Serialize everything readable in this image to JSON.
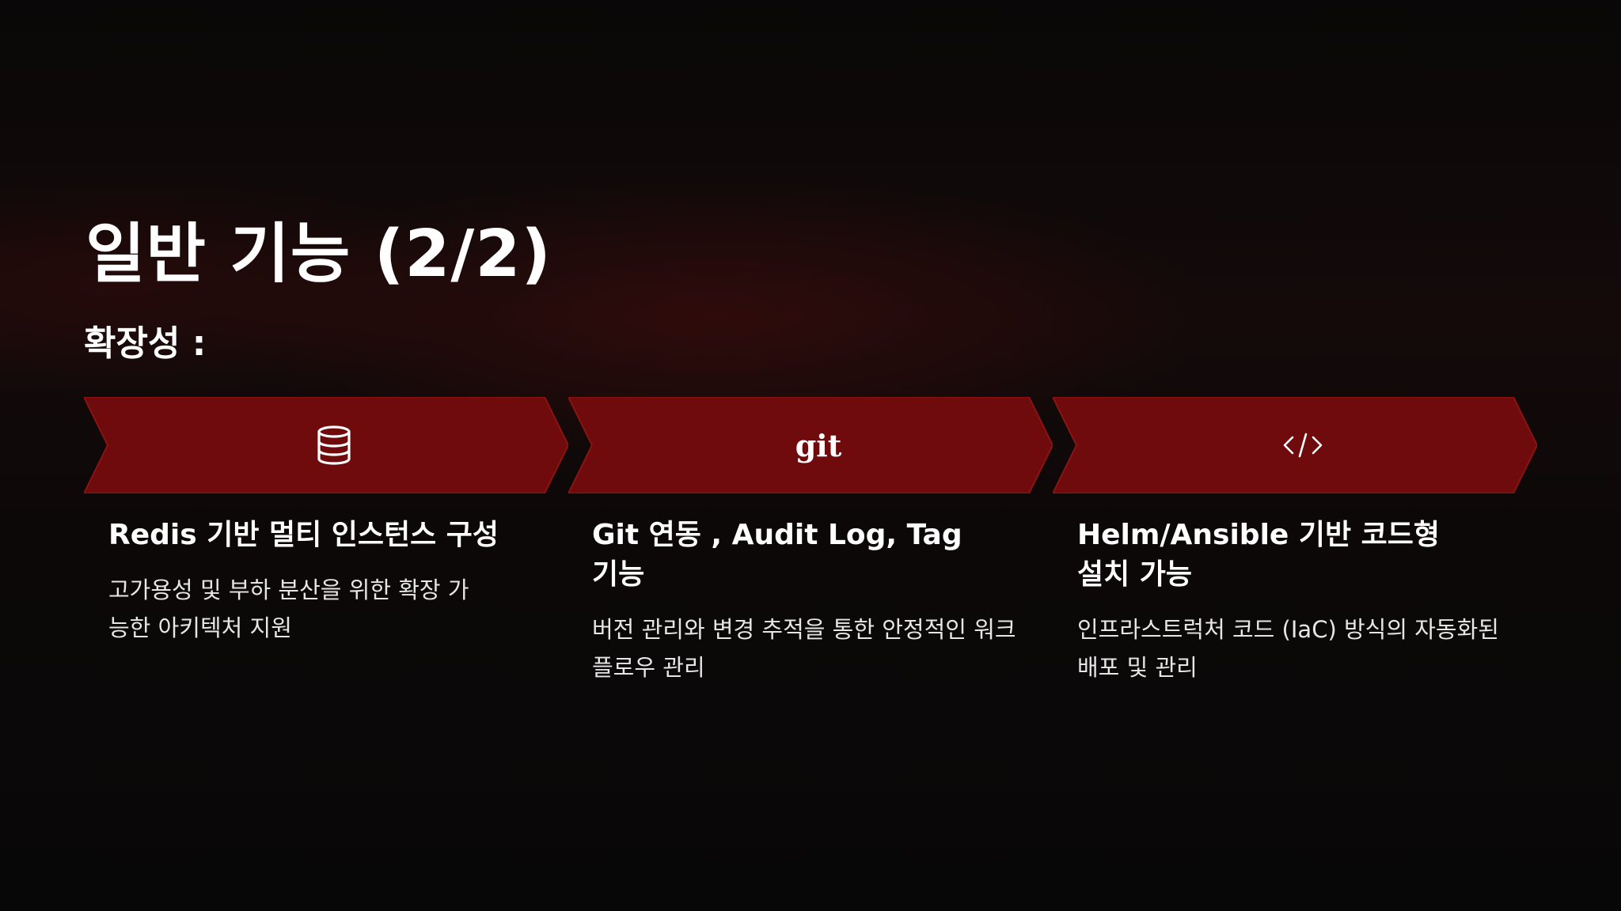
{
  "slide": {
    "title": "일반 기능 (2/2)",
    "subtitle": "확장성 :",
    "colors": {
      "chevron_fill": "#6f0b0c",
      "chevron_stroke": "#8a1414",
      "background": "#0a0808"
    },
    "cards": [
      {
        "icon": "database-icon",
        "heading": "Redis  기반 멀티 인스턴스 구성",
        "description": "고가용성 및 부하 분산을 위한 확장 가능한 아키텍처 지원"
      },
      {
        "icon": "git-icon",
        "icon_text": "git",
        "heading": "Git  연동 , Audit Log, Tag 기능",
        "description": "버전 관리와 변경 추적을 통한 안정적인 워크플로우 관리"
      },
      {
        "icon": "code-icon",
        "heading": "Helm/Ansible  기반 코드형 설치 가능",
        "description": "인프라스트럭처 코드 (IaC)  방식의 자동화된 배포 및 관리"
      }
    ]
  }
}
